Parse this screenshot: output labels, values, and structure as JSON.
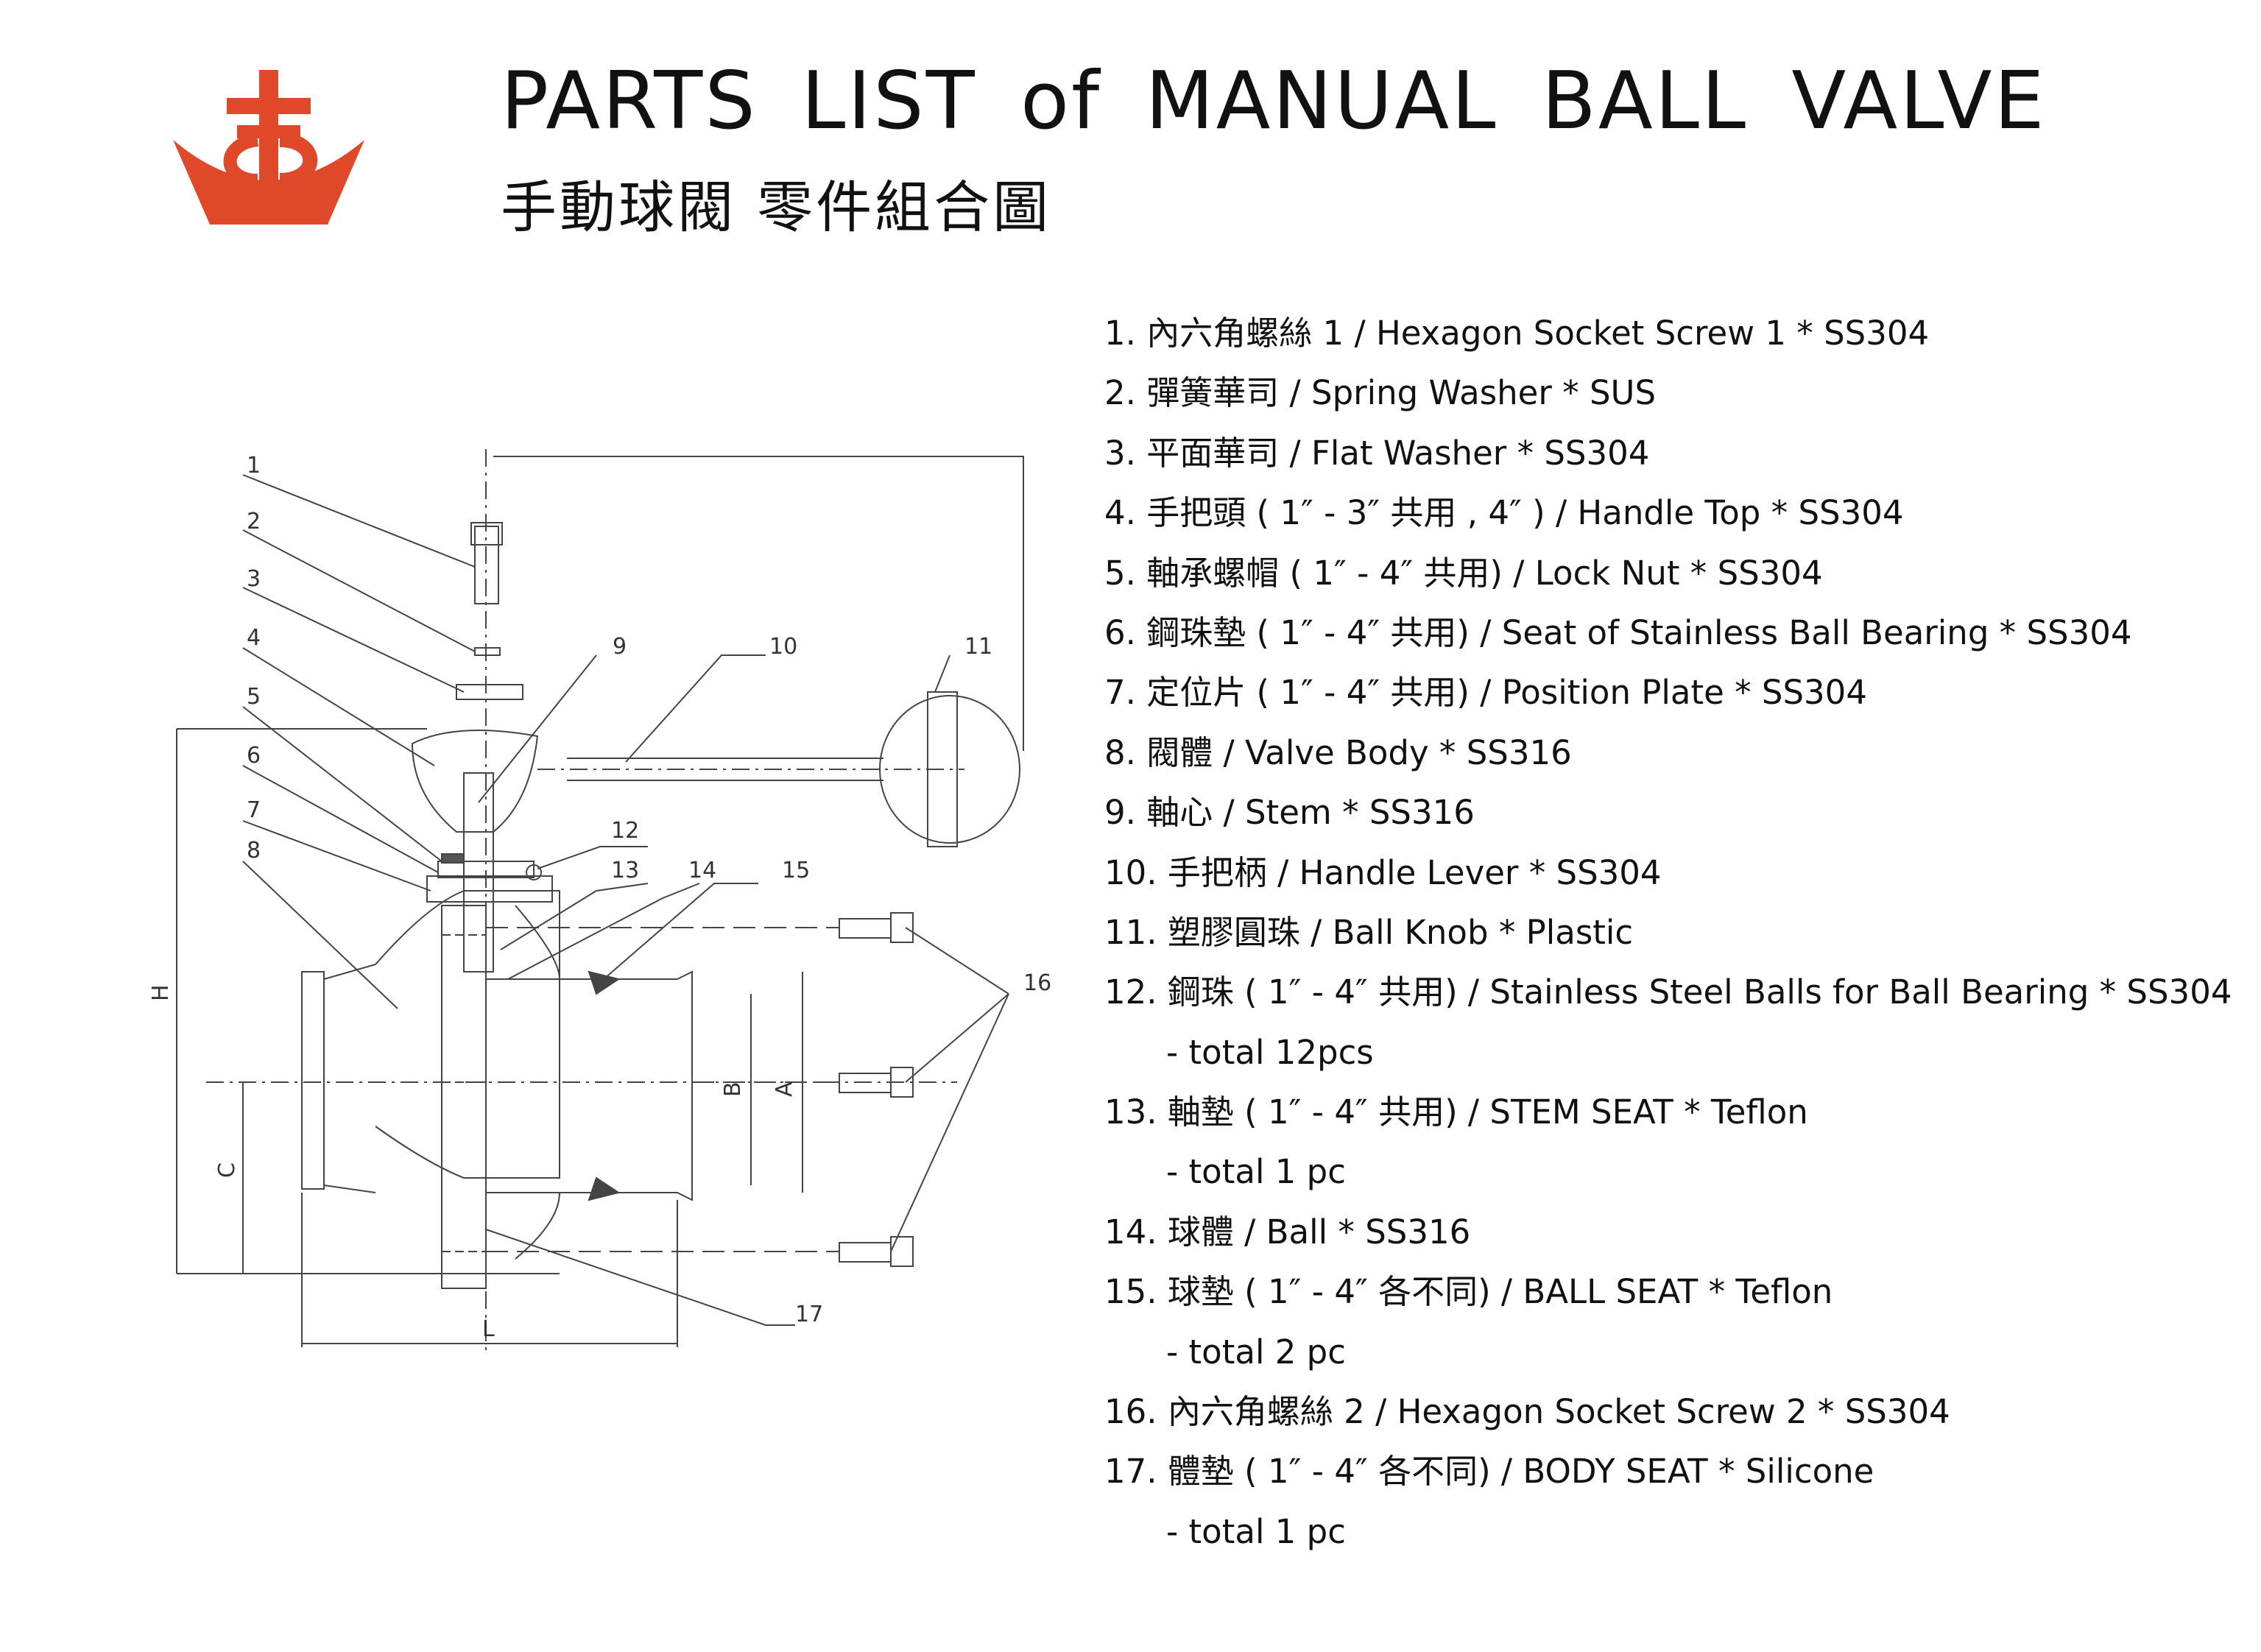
{
  "header": {
    "title_en": "PARTS LIST of MANUAL BALL VALVE",
    "title_zh": "手動球閥 零件組合圖",
    "logo": {
      "icon": "company-logo-icon",
      "color": "#E0482A"
    }
  },
  "diagram": {
    "callouts": [
      "1",
      "2",
      "3",
      "4",
      "5",
      "6",
      "7",
      "8",
      "9",
      "10",
      "11",
      "12",
      "13",
      "14",
      "15",
      "16",
      "17"
    ],
    "dimensions": {
      "H": "H",
      "C": "C",
      "B": "B",
      "A": "A",
      "L": "L"
    }
  },
  "parts": [
    "1.  內六角螺絲 1 / Hexagon Socket Screw 1  * SS304",
    "2.  彈簧華司 / Spring Washer  * SUS",
    "3.  平面華司 / Flat Washer * SS304",
    "4.  手把頭 ( 1″ - 3″ 共用 , 4″ ) / Handle Top * SS304",
    "5.  軸承螺帽 ( 1″ - 4″ 共用) / Lock Nut  * SS304",
    "6.  鋼珠墊 ( 1″ - 4″ 共用) / Seat of Stainless Ball Bearing * SS304",
    "7.  定位片 ( 1″ - 4″ 共用) / Position Plate  *  SS304",
    "8.  閥體 / Valve Body  * SS316",
    "9.  軸心 / Stem  * SS316",
    "10.  手把柄 / Handle Lever  * SS304",
    "11.  塑膠圓珠 / Ball Knob  * Plastic",
    "12.  鋼珠 ( 1″ - 4″ 共用) / Stainless Steel Balls for Ball Bearing   * SS304",
    "- total 12pcs",
    "13.  軸墊 ( 1″ - 4″ 共用) / STEM SEAT   * Teflon",
    "- total 1 pc",
    "14.  球體 / Ball  * SS316",
    "15.  球墊 ( 1″ - 4″ 各不同) / BALL SEAT  * Teflon",
    "- total 2 pc",
    "16.  內六角螺絲 2 / Hexagon Socket Screw 2  * SS304",
    "17.  體墊 ( 1″ - 4″ 各不同) / BODY SEAT  * Silicone",
    "- total 1 pc"
  ]
}
